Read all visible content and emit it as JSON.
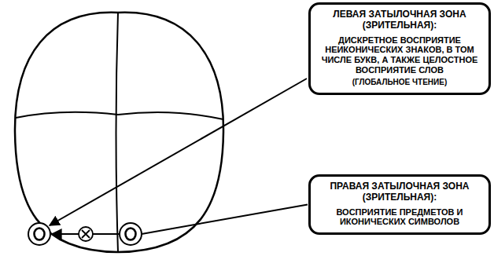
{
  "diagram": {
    "nodes": [
      {
        "text": [
          "ЛЕВАЯ ЗАТЫЛОЧНАЯ ЗОНА (ЗРИТЕЛЬНАЯ):",
          "ДИСКРЕТНОЕ ВОСПРИЯТИЕ НЕИКОНИЧЕСКИХ ЗНАКОВ, В ТОМ ЧИСЛЕ БУКВ, А ТАКЖЕ ЦЕЛОСТНОЕ ВОСПРИЯТИЕ СЛОВ",
          "(ГЛОБАЛЬНОЕ ЧТЕНИЕ)"
        ]
      },
      {
        "text": [
          "ПРАВАЯ ЗАТЫЛОЧНАЯ ЗОНА (ЗРИТЕЛЬНАЯ):",
          "ВОСПРИЯТИЕ ПРЕДМЕТОВ И ИКОНИЧЕСКИХ СИМВОЛОВ"
        ]
      }
    ]
  }
}
